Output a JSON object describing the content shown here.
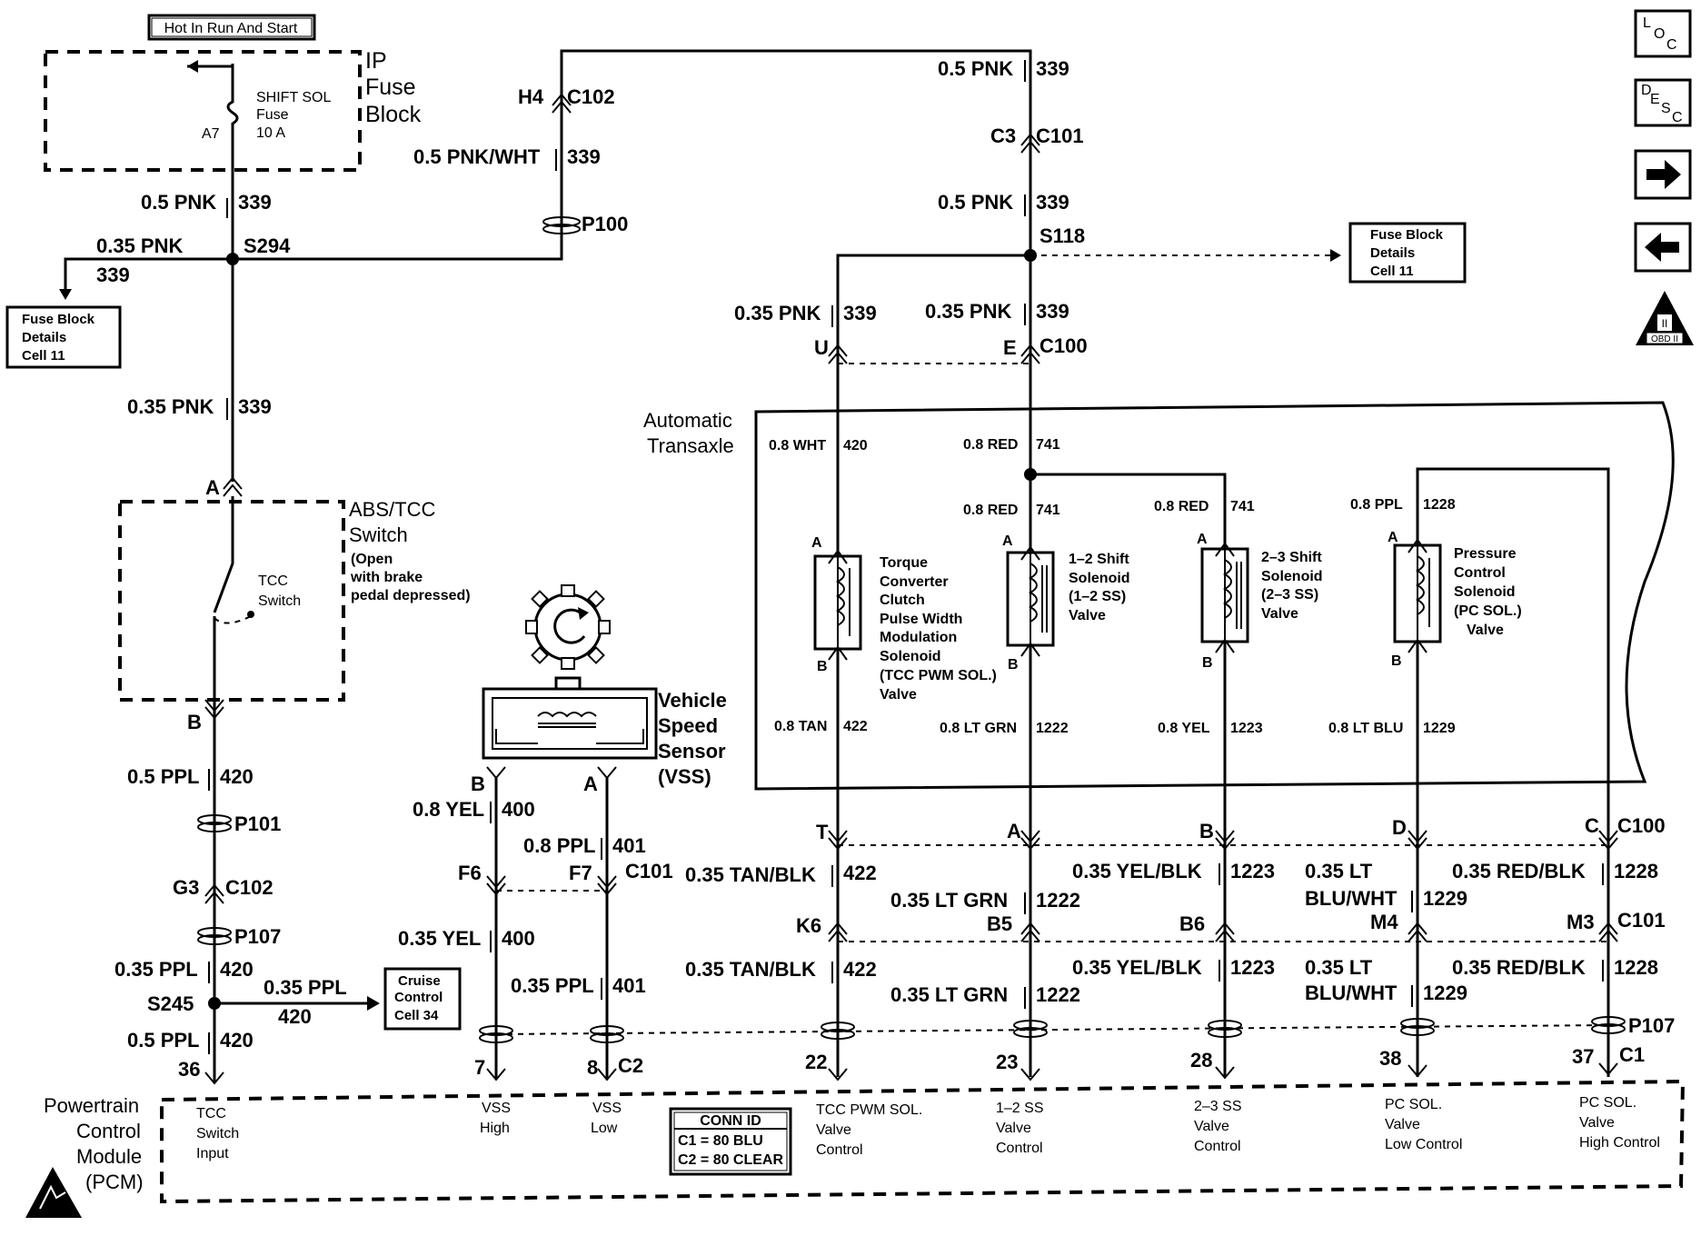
{
  "header": {
    "hot_in_run": "Hot In Run And Start"
  },
  "fuse_block": {
    "title": [
      "IP",
      "Fuse",
      "Block"
    ],
    "fuse": [
      "SHIFT SOL",
      "Fuse",
      "10 A"
    ],
    "pin": "A7"
  },
  "nav": {
    "loc": [
      "L",
      "O",
      "C"
    ],
    "desc": [
      "D",
      "E",
      "S",
      "C"
    ],
    "obd": "OBD II"
  },
  "refs": {
    "fuse_left": [
      "Fuse Block",
      "Details",
      "Cell 11"
    ],
    "fuse_right": [
      "Fuse Block",
      "Details",
      "Cell 11"
    ],
    "cruise": [
      "Cruise",
      "Control",
      "Cell 34"
    ]
  },
  "labels": {
    "w_05pnk_l": "0.5 PNK",
    "c339_a": "339",
    "w_035pnk_l": "0.35 PNK",
    "c339_b": "339",
    "s294": "S294",
    "w_035pnk_l2": "0.35 PNK",
    "c339_c": "339",
    "h4": "H4",
    "c102a": "C102",
    "w_05pnkwht": "0.5 PNK/WHT",
    "c339_d": "339",
    "p100": "P100",
    "w_05pnk_t": "0.5 PNK",
    "c339_e": "339",
    "c3": "C3",
    "c101a": "C101",
    "w_05pnk_m": "0.5 PNK",
    "c339_f": "339",
    "s118": "S118",
    "w_035pnk_u": "0.35 PNK",
    "c339_g": "339",
    "w_035pnk_e": "0.35 PNK",
    "c339_h": "339",
    "u": "U",
    "e": "E",
    "c100a": "C100",
    "auto_trans": [
      "Automatic",
      "Transaxle"
    ],
    "a_top": "A",
    "abs_switch": [
      "ABS/TCC",
      "Switch"
    ],
    "abs_note": [
      "(Open",
      "with brake",
      "pedal depressed)"
    ],
    "tcc_sw": [
      "TCC",
      "Switch"
    ],
    "b_pin": "B",
    "w_05ppl": "0.5 PPL",
    "c420_a": "420",
    "p101": "P101",
    "g3": "G3",
    "c102b": "C102",
    "p107a": "P107",
    "w_035ppl": "0.35 PPL",
    "c420_b": "420",
    "s245": "S245",
    "w_035ppl_r": "0.35 PPL",
    "c420_r": "420",
    "w_05ppl_b": "0.5 PPL",
    "c420_c": "420",
    "pin36": "36",
    "vss": [
      "Vehicle",
      "Speed",
      "Sensor",
      "(VSS)"
    ],
    "vss_b": "B",
    "vss_a": "A",
    "w_08yel": "0.8 YEL",
    "c400a": "400",
    "w_08ppl": "0.8 PPL",
    "c401a": "401",
    "f6": "F6",
    "f7": "F7",
    "c101b": "C101",
    "w_035yel": "0.35 YEL",
    "c400b": "400",
    "w_035ppl2": "0.35 PPL",
    "c401b": "401",
    "pin7": "7",
    "pin8": "8",
    "c2": "C2",
    "w08wht": "0.8 WHT",
    "c420t": "420",
    "w08red": "0.8 RED",
    "c741a": "741",
    "w08red2": "0.8 RED",
    "c741b": "741",
    "w08red3": "0.8 RED",
    "c741c": "741",
    "w08ppl2": "0.8 PPL",
    "c1228a": "1228",
    "sol1": [
      "Torque",
      "Converter",
      "Clutch",
      "Pulse Width",
      "Modulation",
      "Solenoid",
      "(TCC PWM SOL.)",
      "Valve"
    ],
    "sol2": [
      "1–2 Shift",
      "Solenoid",
      "(1–2 SS)",
      "Valve"
    ],
    "sol3": [
      "2–3 Shift",
      "Solenoid",
      "(2–3 SS)",
      "Valve"
    ],
    "sol4": [
      "Pressure",
      "Control",
      "Solenoid",
      "(PC SOL.)",
      "Valve"
    ],
    "sa": "A",
    "sb": "B",
    "w08tan": "0.8 TAN",
    "c422a": "422",
    "w08ltgrn": "0.8 LT GRN",
    "c1222a": "1222",
    "w08yel2": "0.8 YEL",
    "c1223a": "1223",
    "w08ltblu": "0.8 LT BLU",
    "c1229a": "1229",
    "t": "T",
    "a2": "A",
    "b2": "B",
    "d": "D",
    "c": "C",
    "c100b": "C100",
    "w035tanblk": "0.35 TAN/BLK",
    "c422b": "422",
    "w035ltgrn": "0.35 LT GRN",
    "c1222b": "1222",
    "w035yelblk": "0.35 YEL/BLK",
    "c1223b": "1223",
    "w035lt": "0.35 LT",
    "bluwht": "BLU/WHT",
    "c1229b": "1229",
    "w035redblk": "0.35 RED/BLK",
    "c1228b": "1228",
    "k6": "K6",
    "b5": "B5",
    "b6": "B6",
    "m4": "M4",
    "m3": "M3",
    "c101c": "C101",
    "w035tanblk2": "0.35 TAN/BLK",
    "c422c": "422",
    "w035ltgrn2": "0.35 LT GRN",
    "c1222c": "1222",
    "w035yelblk2": "0.35 YEL/BLK",
    "c1223c": "1223",
    "w035lt2": "0.35 LT",
    "bluwht2": "BLU/WHT",
    "c1229c": "1229",
    "w035redblk2": "0.35 RED/BLK",
    "c1228c": "1228",
    "p107b": "P107",
    "pin22": "22",
    "pin23": "23",
    "pin28": "28",
    "pin38": "38",
    "pin37": "37",
    "c1": "C1"
  },
  "pcm": {
    "title": [
      "Powertrain",
      "Control",
      "Module",
      "(PCM)"
    ],
    "tcc_in": [
      "TCC",
      "Switch",
      "Input"
    ],
    "vss_high": [
      "VSS",
      "High"
    ],
    "vss_low": [
      "VSS",
      "Low"
    ],
    "conn_id": [
      "CONN ID",
      "C1 = 80 BLU",
      "C2 = 80 CLEAR"
    ],
    "tcc_pwm": [
      "TCC PWM SOL.",
      "Valve",
      "Control"
    ],
    "ss12": [
      "1–2 SS",
      "Valve",
      "Control"
    ],
    "ss23": [
      "2–3 SS",
      "Valve",
      "Control"
    ],
    "pc_low": [
      "PC SOL.",
      "Valve",
      "Low Control"
    ],
    "pc_high": [
      "PC SOL.",
      "Valve",
      "High Control"
    ]
  }
}
